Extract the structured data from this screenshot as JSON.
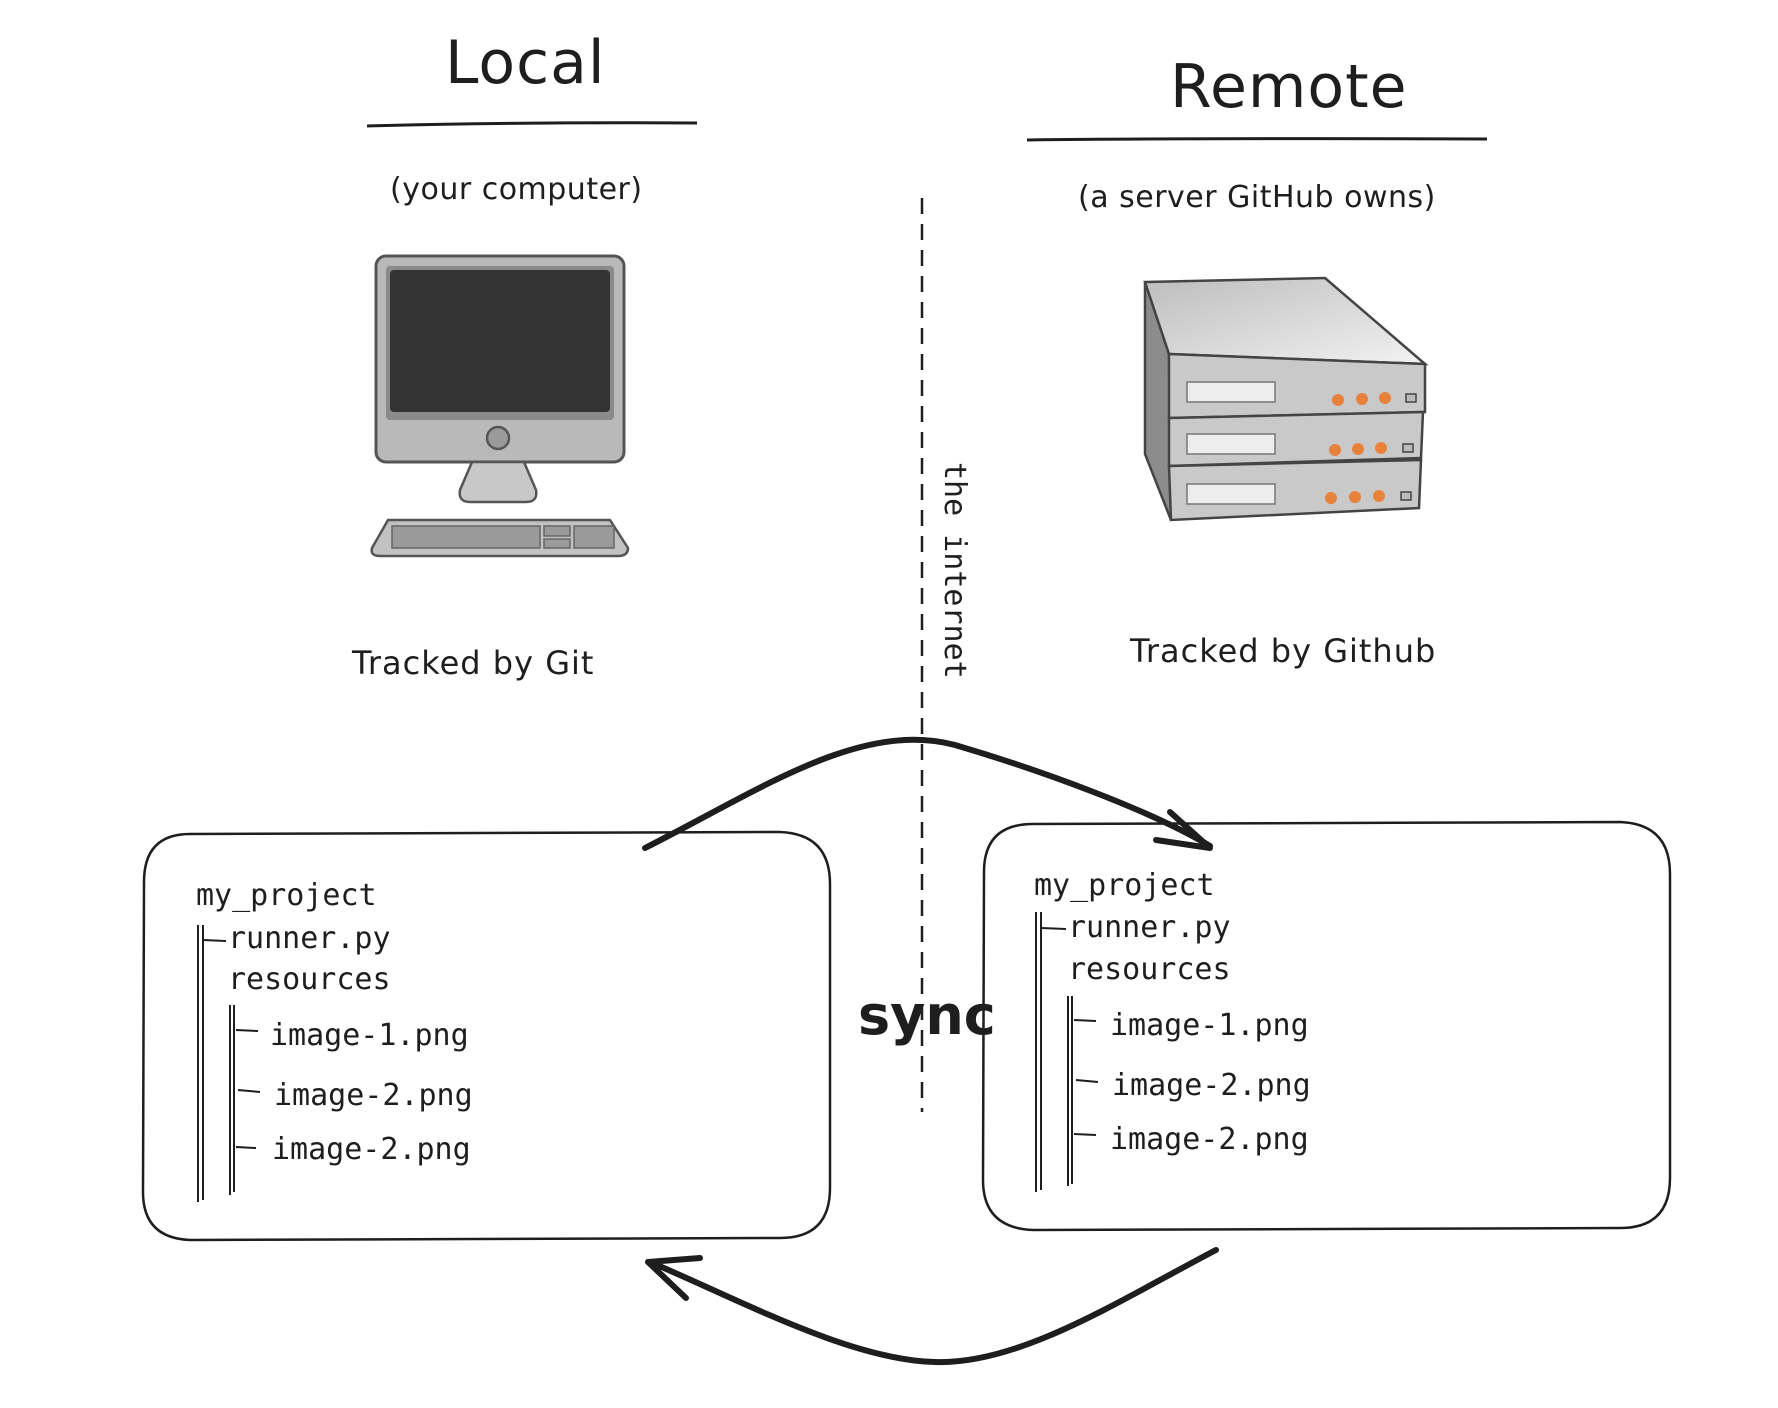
{
  "local": {
    "title": "Local",
    "subtitle": "(your computer)",
    "tracked": "Tracked by Git",
    "tree": {
      "root": "my_project",
      "file": "runner.py",
      "folder": "resources",
      "children": [
        "image-1.png",
        "image-2.png",
        "image-2.png"
      ]
    }
  },
  "remote": {
    "title": "Remote",
    "subtitle": "(a server GitHub owns)",
    "tracked": "Tracked by Github",
    "tree": {
      "root": "my_project",
      "file": "runner.py",
      "folder": "resources",
      "children": [
        "image-1.png",
        "image-2.png",
        "image-2.png"
      ]
    }
  },
  "divider_label": "the internet",
  "sync_label": "sync",
  "icons": {
    "local": "desktop-computer-icon",
    "remote": "server-stack-icon"
  },
  "colors": {
    "ink": "#1e1e1e",
    "server_led": "#e8823b",
    "screen": "#333333"
  }
}
